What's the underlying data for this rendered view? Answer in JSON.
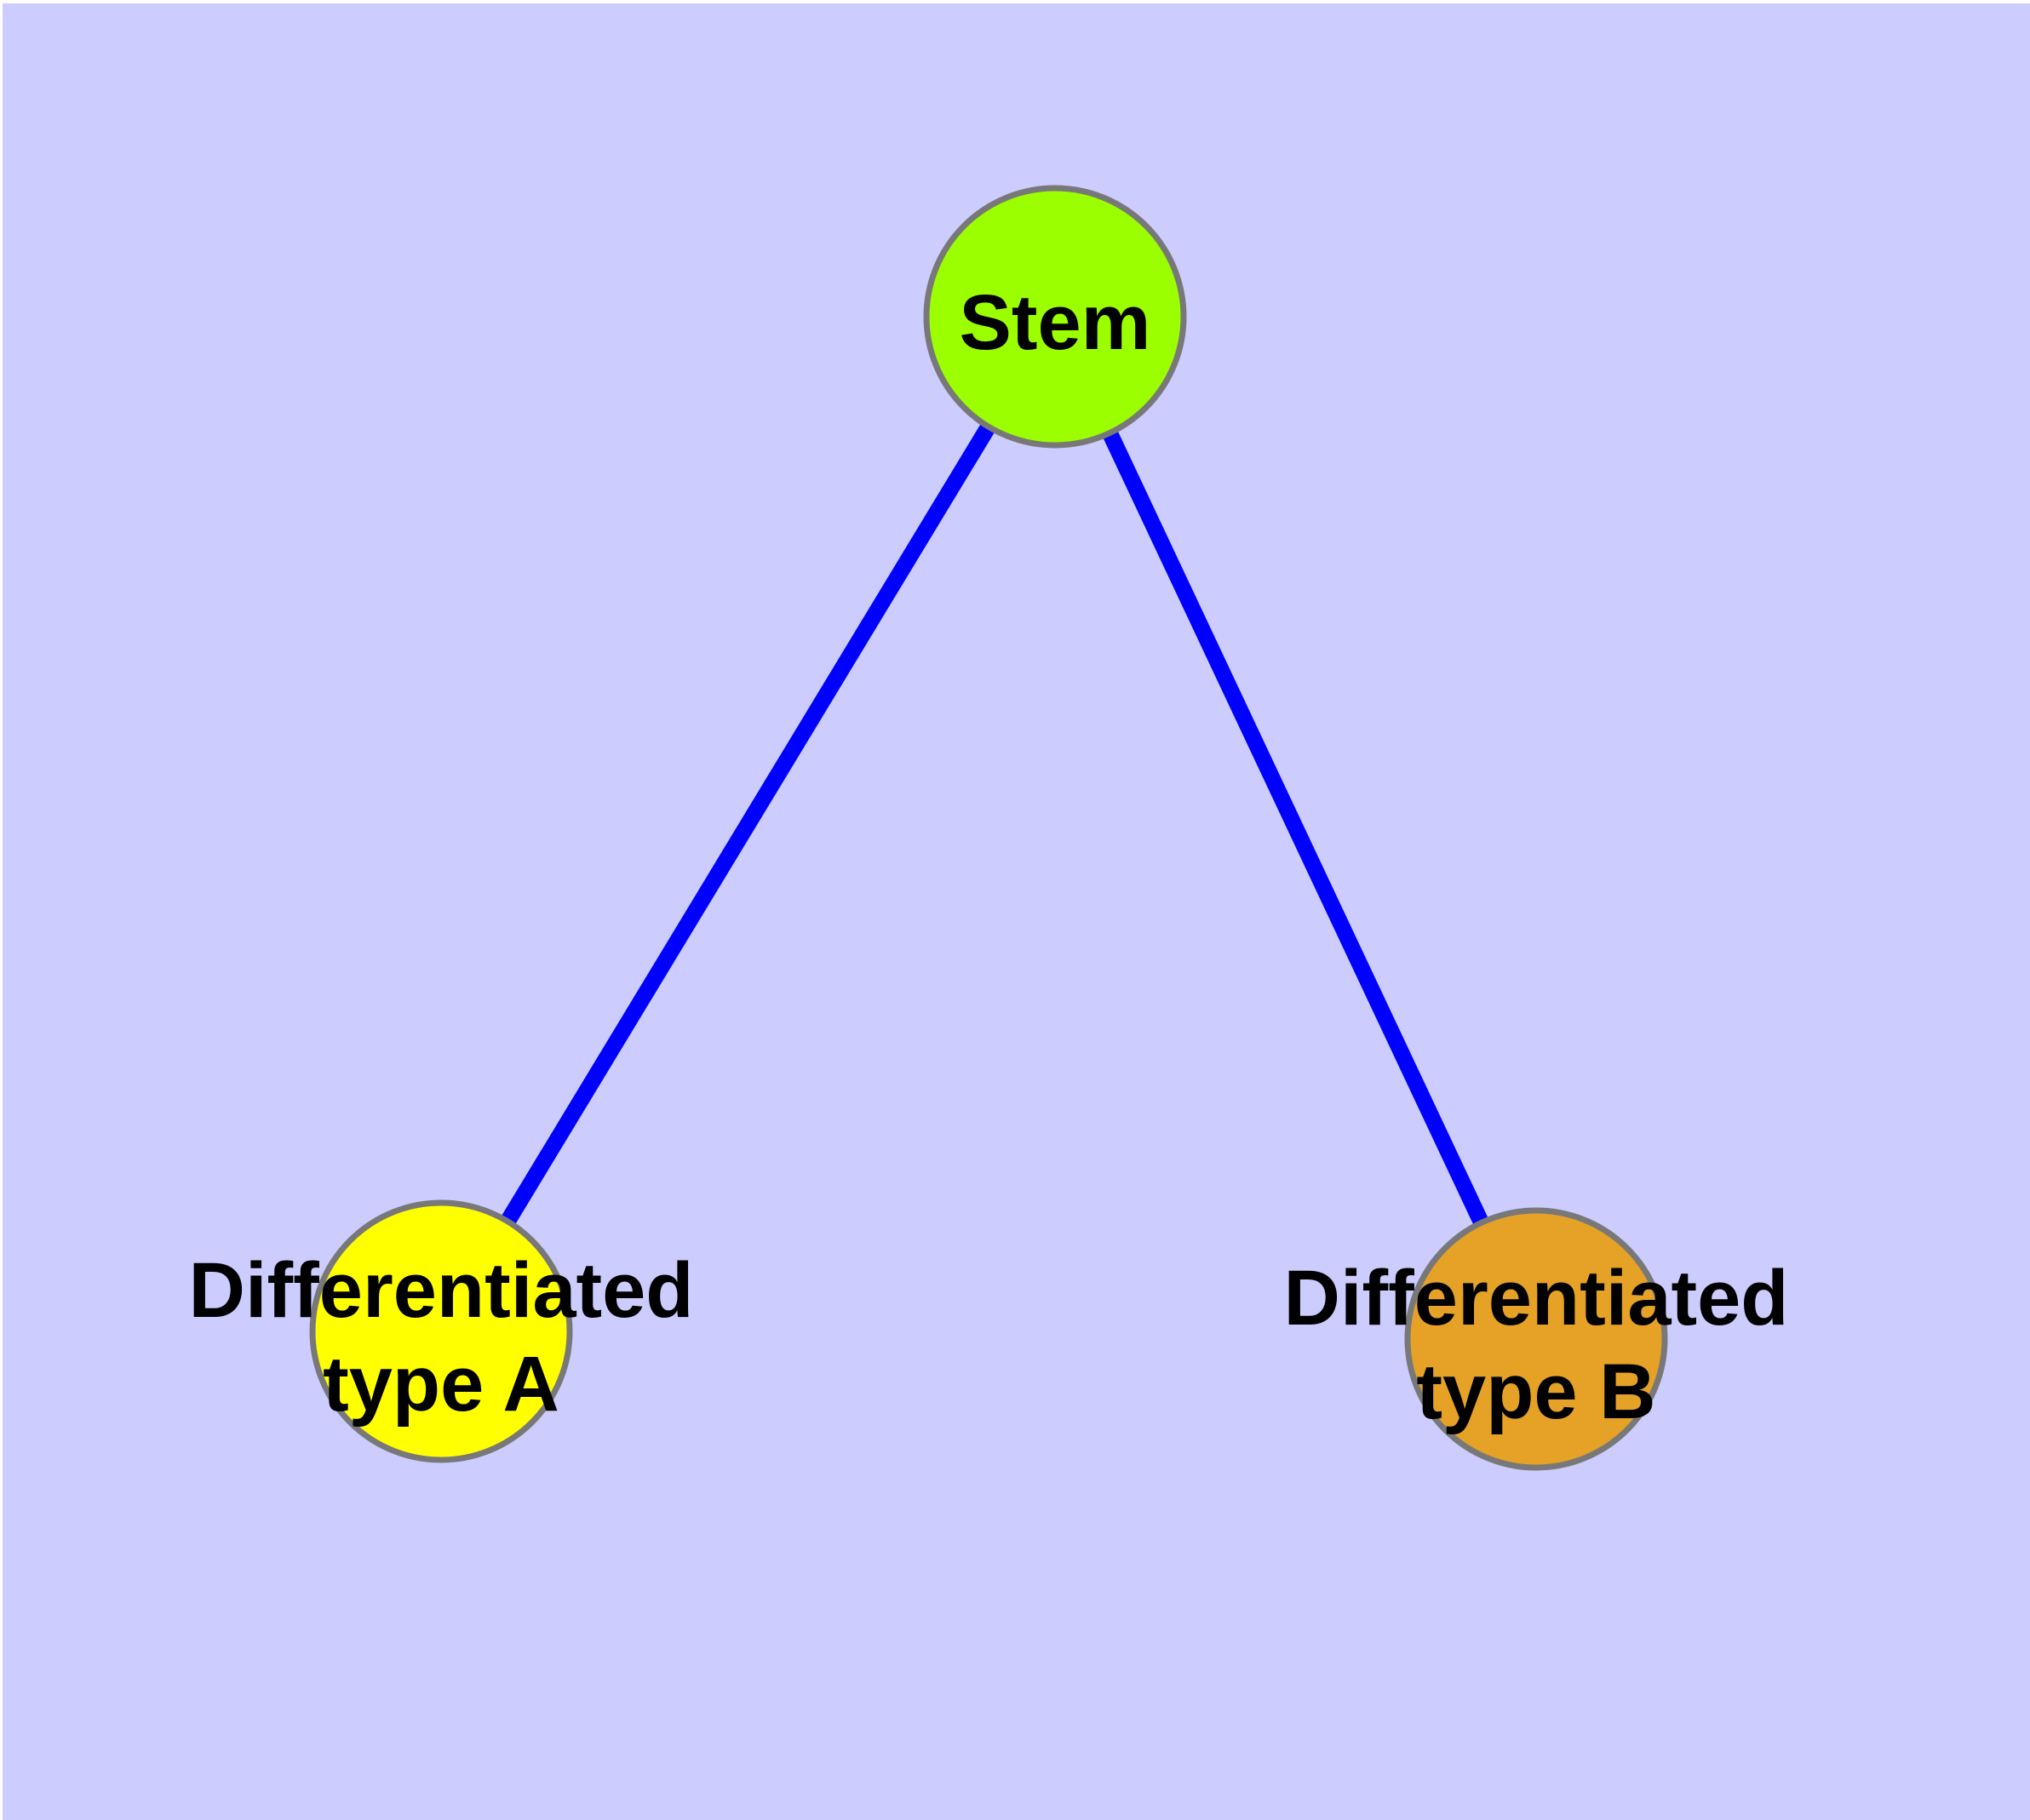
{
  "canvas": {
    "background_color": "#CCCCFF",
    "margin_color": "#FFFFFF"
  },
  "graph": {
    "edge_color": "#0000FF",
    "node_border_color": "#787878",
    "label_color": "#000000",
    "nodes": [
      {
        "id": "stem",
        "label": "Stem",
        "fill": "#9BFF00"
      },
      {
        "id": "differentiated-type-a",
        "label_line1": "Differentiated",
        "label_line2": "type A",
        "fill": "#FFFF00"
      },
      {
        "id": "differentiated-type-b",
        "label_line1": "Differentiated",
        "label_line2": "type B",
        "fill": "#E6A227"
      }
    ],
    "edges": [
      {
        "from": "stem",
        "to": "differentiated-type-a"
      },
      {
        "from": "stem",
        "to": "differentiated-type-b"
      }
    ]
  }
}
